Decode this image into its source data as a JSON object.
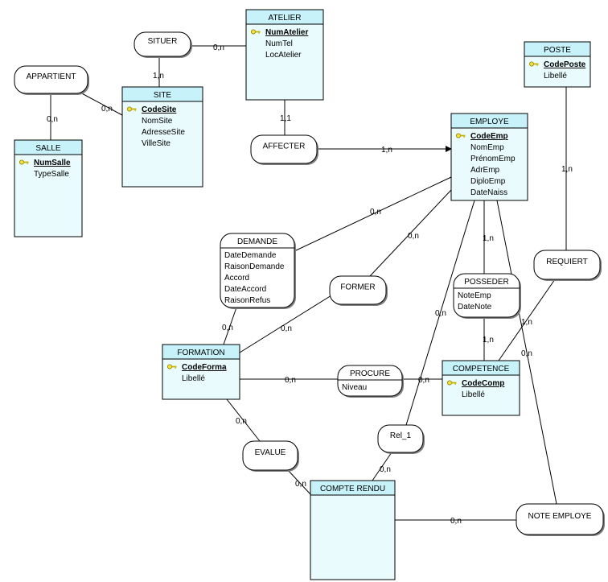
{
  "entities": [
    {
      "id": "atelier",
      "name": "ATELIER",
      "attributes": [
        {
          "label": "NumAtelier",
          "key": true
        },
        {
          "label": "NumTel"
        },
        {
          "label": "LocAtelier"
        }
      ]
    },
    {
      "id": "site",
      "name": "SITE",
      "attributes": [
        {
          "label": "CodeSite",
          "key": true
        },
        {
          "label": "NomSite"
        },
        {
          "label": "AdresseSite"
        },
        {
          "label": "VilleSite"
        }
      ]
    },
    {
      "id": "salle",
      "name": "SALLE",
      "attributes": [
        {
          "label": "NumSalle",
          "key": true
        },
        {
          "label": "TypeSalle"
        }
      ]
    },
    {
      "id": "poste",
      "name": "POSTE",
      "attributes": [
        {
          "label": "CodePoste",
          "key": true
        },
        {
          "label": "Libellé"
        }
      ]
    },
    {
      "id": "employe",
      "name": "EMPLOYE",
      "attributes": [
        {
          "label": "CodeEmp",
          "key": true
        },
        {
          "label": "NomEmp"
        },
        {
          "label": "PrénomEmp"
        },
        {
          "label": "AdrEmp"
        },
        {
          "label": "DiploEmp"
        },
        {
          "label": "DateNaiss"
        }
      ]
    },
    {
      "id": "formation",
      "name": "FORMATION",
      "attributes": [
        {
          "label": "CodeForma",
          "key": true
        },
        {
          "label": "Libellé"
        }
      ]
    },
    {
      "id": "competence",
      "name": "COMPETENCE",
      "attributes": [
        {
          "label": "CodeComp",
          "key": true
        },
        {
          "label": "Libellé"
        }
      ]
    },
    {
      "id": "compte_rendu",
      "name": "COMPTE RENDU",
      "attributes": []
    }
  ],
  "relations": [
    {
      "id": "situer",
      "name": "SITUER",
      "attributes": []
    },
    {
      "id": "appartient",
      "name": "APPARTIENT",
      "attributes": []
    },
    {
      "id": "affecter",
      "name": "AFFECTER",
      "attributes": []
    },
    {
      "id": "demande",
      "name": "DEMANDE",
      "attributes": [
        "DateDemande",
        "RaisonDemande",
        "Accord",
        "DateAccord",
        "RaisonRefus"
      ]
    },
    {
      "id": "former",
      "name": "FORMER",
      "attributes": []
    },
    {
      "id": "posseder",
      "name": "POSSEDER",
      "attributes": [
        "NoteEmp",
        "DateNote"
      ]
    },
    {
      "id": "requiert",
      "name": "REQUIERT",
      "attributes": []
    },
    {
      "id": "procure",
      "name": "PROCURE",
      "attributes": [
        "Niveau"
      ]
    },
    {
      "id": "rel_1",
      "name": "Rel_1",
      "attributes": []
    },
    {
      "id": "evalue",
      "name": "EVALUE",
      "attributes": []
    },
    {
      "id": "note_employe",
      "name": "NOTE EMPLOYE",
      "attributes": []
    }
  ],
  "links": [
    {
      "id": "situer-atelier",
      "card": "0,n"
    },
    {
      "id": "situer-site",
      "card": "1,n"
    },
    {
      "id": "appartient-salle",
      "card": "0,n"
    },
    {
      "id": "appartient-site",
      "card": "0,n"
    },
    {
      "id": "affecter-atelier",
      "card": "1,1"
    },
    {
      "id": "affecter-employe",
      "card": "1,n"
    },
    {
      "id": "demande-employe",
      "card": "0,n"
    },
    {
      "id": "demande-formation",
      "card": "0,n"
    },
    {
      "id": "former-employe",
      "card": "0,n"
    },
    {
      "id": "former-formation",
      "card": "0,n"
    },
    {
      "id": "posseder-employe",
      "card": "1,n"
    },
    {
      "id": "posseder-competence",
      "card": "1,n"
    },
    {
      "id": "requiert-poste",
      "card": "1,n"
    },
    {
      "id": "requiert-competence",
      "card": "1,n"
    },
    {
      "id": "procure-formation",
      "card": "0,n"
    },
    {
      "id": "procure-competence",
      "card": "0,n"
    },
    {
      "id": "rel1-employe",
      "card": "0,n"
    },
    {
      "id": "rel1-compte",
      "card": "0,n"
    },
    {
      "id": "evalue-formation",
      "card": "0,n"
    },
    {
      "id": "evalue-compte",
      "card": "0,n"
    },
    {
      "id": "note-compte",
      "card": "0,n"
    },
    {
      "id": "note-competence",
      "card": "0,n"
    }
  ]
}
